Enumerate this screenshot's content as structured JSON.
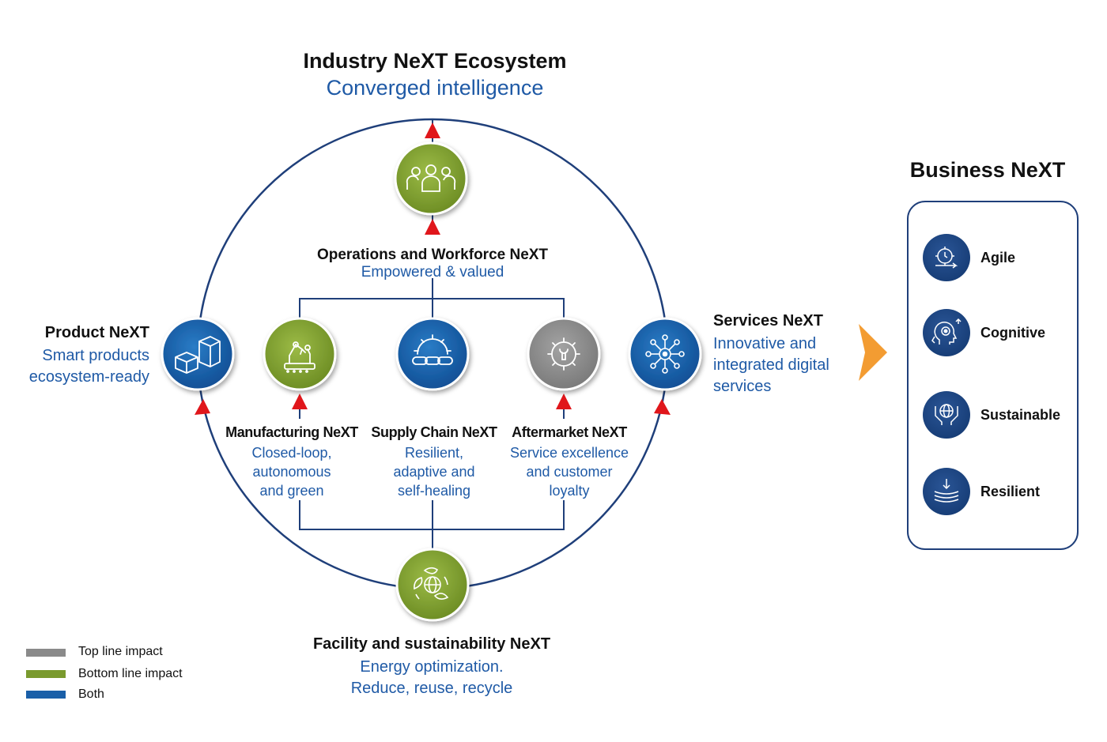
{
  "ecosystem": {
    "title": "Industry NeXT Ecosystem",
    "subtitle": "Converged intelligence"
  },
  "operations": {
    "title": "Operations and Workforce NeXT",
    "subtitle": "Empowered & valued",
    "icon": "workforce-icon",
    "color": "#7a9a2e"
  },
  "product": {
    "title": "Product NeXT",
    "subtitle_lines": [
      "Smart products",
      "ecosystem-ready"
    ],
    "icon": "boxes-icon",
    "color": "#1a5fa8"
  },
  "services": {
    "title": "Services NeXT",
    "subtitle_lines": [
      "Innovative and",
      "integrated digital",
      "services"
    ],
    "icon": "network-hub-icon",
    "color": "#1a5fa8"
  },
  "manufacturing": {
    "title": "Manufacturing NeXT",
    "subtitle_lines": [
      "Closed-loop,",
      "autonomous",
      "and green"
    ],
    "icon": "robot-arm-icon",
    "color": "#7a9a2e"
  },
  "supply_chain": {
    "title": "Supply Chain NeXT",
    "subtitle_lines": [
      "Resilient,",
      "adaptive and",
      "self-healing"
    ],
    "icon": "gear-chain-icon",
    "color": "#1a5fa8"
  },
  "aftermarket": {
    "title": "Aftermarket NeXT",
    "subtitle_lines": [
      "Service excellence",
      "and customer",
      "loyalty"
    ],
    "icon": "gear-wrench-icon",
    "color": "#8a8a8a"
  },
  "facility": {
    "title": "Facility and sustainability NeXT",
    "subtitle_lines": [
      "Energy optimization.",
      "Reduce, reuse, recycle"
    ],
    "icon": "globe-leaves-icon",
    "color": "#7a9a2e"
  },
  "business": {
    "title": "Business NeXT",
    "items": [
      {
        "label": "Agile",
        "icon": "agile-gear-icon"
      },
      {
        "label": "Cognitive",
        "icon": "head-gear-icon"
      },
      {
        "label": "Sustainable",
        "icon": "hands-globe-icon"
      },
      {
        "label": "Resilient",
        "icon": "resilient-layers-icon"
      }
    ]
  },
  "legend": [
    {
      "label": "Top line impact",
      "color": "#8a8a8a"
    },
    {
      "label": "Bottom line impact",
      "color": "#7a9a2e"
    },
    {
      "label": "Both",
      "color": "#1a5fa8"
    }
  ],
  "colors": {
    "ring": "#1f3f7a",
    "arrow": "#e0161b",
    "chevron": "#f39c32",
    "text_blue": "#1f5aa6"
  }
}
